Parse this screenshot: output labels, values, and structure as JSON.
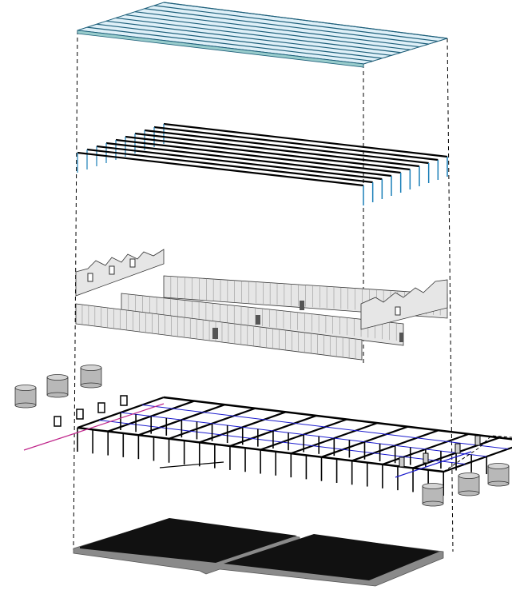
{
  "diagram": {
    "layers": [
      "roof-sheeting",
      "roof-purlins",
      "walls",
      "structural-frame",
      "foundation-slab"
    ],
    "colors": {
      "roof_fill": "#dff0f8",
      "roof_line": "#1d5f7a",
      "column_blue": "#1a7fb8",
      "beam": "#000000",
      "wall_fill": "#e6e6e6",
      "pipe_magenta": "#c0288c",
      "pipe_blue": "#1a1acc",
      "tank": "#b8b8b8",
      "slab": "#111111",
      "slab_edge": "#8a8a8a"
    }
  }
}
